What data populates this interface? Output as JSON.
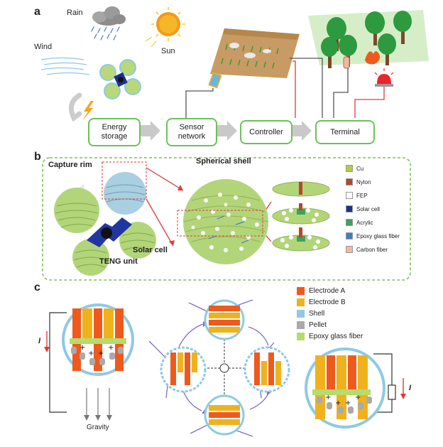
{
  "panels": {
    "a": "a",
    "b": "b",
    "c": "c"
  },
  "weather": {
    "rain": "Rain",
    "wind": "Wind",
    "sun": "Sun"
  },
  "flow": {
    "energy_storage": "Energy storage",
    "sensor_network": "Sensor network",
    "controller": "Controller",
    "terminal": "Terminal"
  },
  "panel_b": {
    "capture_rim": "Capture rim",
    "spherical_shell": "Spherical shell",
    "solar_cell": "Solar cell",
    "teng_unit": "TENG unit",
    "legend": [
      {
        "label": "Cu",
        "color": "#b5cc3c"
      },
      {
        "label": "Nylon",
        "color": "#b5472a"
      },
      {
        "label": "FEP",
        "color": "#ffffff"
      },
      {
        "label": "Solar cell",
        "color": "#1f2f8c"
      },
      {
        "label": "Acrylic",
        "color": "#3da35a"
      },
      {
        "label": "Epoxy glass fiber",
        "color": "#3f7ec8"
      },
      {
        "label": "Carbon fiber",
        "color": "#f4b6a0"
      }
    ]
  },
  "panel_c": {
    "legend": [
      {
        "label": "Electrode A",
        "color": "#ee5a1e"
      },
      {
        "label": "Electrode B",
        "color": "#f0b21c"
      },
      {
        "label": "Shell",
        "color": "#8ec9e6"
      },
      {
        "label": "Pellet",
        "color": "#a9a9a9"
      },
      {
        "label": "Epoxy glass fiber",
        "color": "#b5dc6c"
      }
    ],
    "current_symbol": "I",
    "gravity": "Gravity"
  },
  "colors": {
    "green_border": "#6cc15a",
    "dashed_green": "#7dc15a",
    "red_line": "#e23a3a",
    "purple": "#7f6fc8",
    "shell_blue": "#8ec9e6"
  }
}
